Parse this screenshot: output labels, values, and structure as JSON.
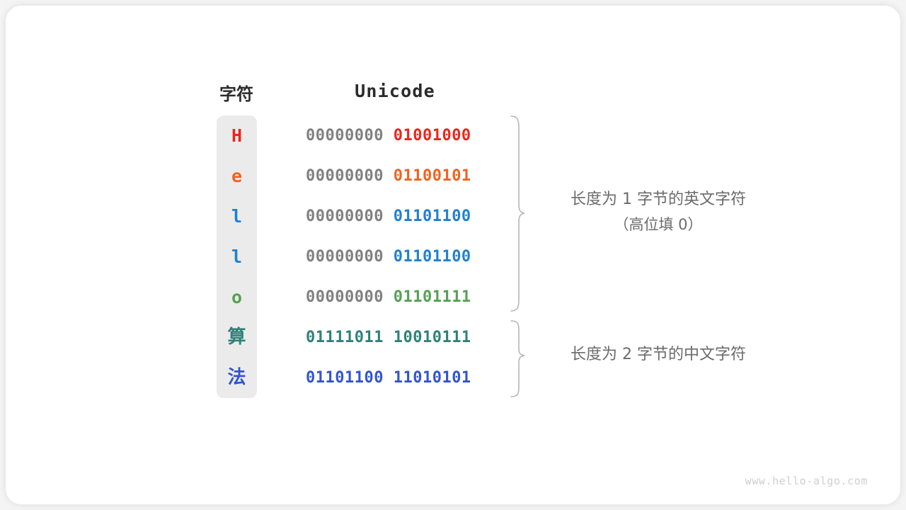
{
  "card": {
    "background": "#ffffff",
    "page_background": "#f4f4f4"
  },
  "table": {
    "headers": {
      "character": "字符",
      "unicode": "Unicode"
    },
    "column_capsule_color": "#ebebeb",
    "high_byte_color": "#808080",
    "rows": [
      {
        "char": "H",
        "char_color": "#e8271b",
        "high_bits": "00000000",
        "low_bits": "01001000",
        "low_color": "#e8271b",
        "script": "latin"
      },
      {
        "char": "e",
        "char_color": "#ef6320",
        "high_bits": "00000000",
        "low_bits": "01100101",
        "low_color": "#ef6320",
        "script": "latin"
      },
      {
        "char": "l",
        "char_color": "#2080d0",
        "high_bits": "00000000",
        "low_bits": "01101100",
        "low_color": "#2080d0",
        "script": "latin"
      },
      {
        "char": "l",
        "char_color": "#2080d0",
        "high_bits": "00000000",
        "low_bits": "01101100",
        "low_color": "#2080d0",
        "script": "latin"
      },
      {
        "char": "o",
        "char_color": "#55a155",
        "high_bits": "00000000",
        "low_bits": "01101111",
        "low_color": "#55a155",
        "script": "latin"
      },
      {
        "char": "算",
        "char_color": "#2e8279",
        "high_bits": "01111011",
        "low_bits": "10010111",
        "low_color": "#2e8279",
        "high_color": "#2e8279",
        "script": "cjk"
      },
      {
        "char": "法",
        "char_color": "#3355cc",
        "high_bits": "01101100",
        "low_bits": "11010101",
        "low_color": "#3355cc",
        "high_color": "#3355cc",
        "script": "cjk"
      }
    ]
  },
  "annotations": [
    {
      "line1": "长度为 1 字节的英文字符",
      "line2": "（高位填 0）"
    },
    {
      "line1": "长度为 2 字节的中文字符",
      "line2": ""
    }
  ],
  "brace_color": "#b5b5b5",
  "watermark": "www.hello-algo.com"
}
